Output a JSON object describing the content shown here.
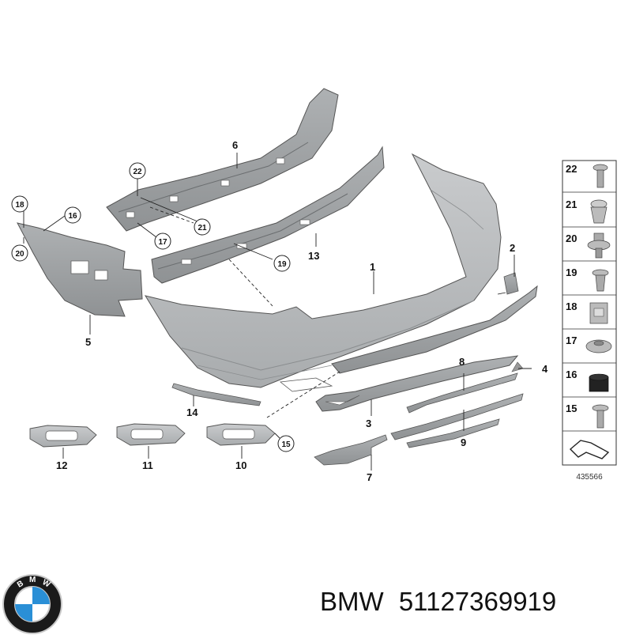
{
  "diagram": {
    "reference_code": "435566",
    "part_labels": [
      "1",
      "2",
      "3",
      "4",
      "5",
      "6",
      "7",
      "8",
      "9",
      "10",
      "11",
      "12",
      "13",
      "14"
    ],
    "circled_labels": [
      "15",
      "16",
      "17",
      "18",
      "19",
      "20",
      "21",
      "22"
    ],
    "fastener_panel": [
      "22",
      "21",
      "20",
      "19",
      "18",
      "17",
      "16",
      "15"
    ]
  },
  "brand": {
    "name": "BMW",
    "part_number": "51127369919",
    "logo_letters": "BMW",
    "logo_colors": {
      "ring": "#1a1a1a",
      "blue": "#2a8fd6",
      "white": "#ffffff",
      "silver": "#c9c9c9"
    }
  },
  "colors": {
    "part_fill": "#b8bbbd",
    "part_stroke": "#555555",
    "line": "#222222",
    "panel_border": "#333333"
  }
}
